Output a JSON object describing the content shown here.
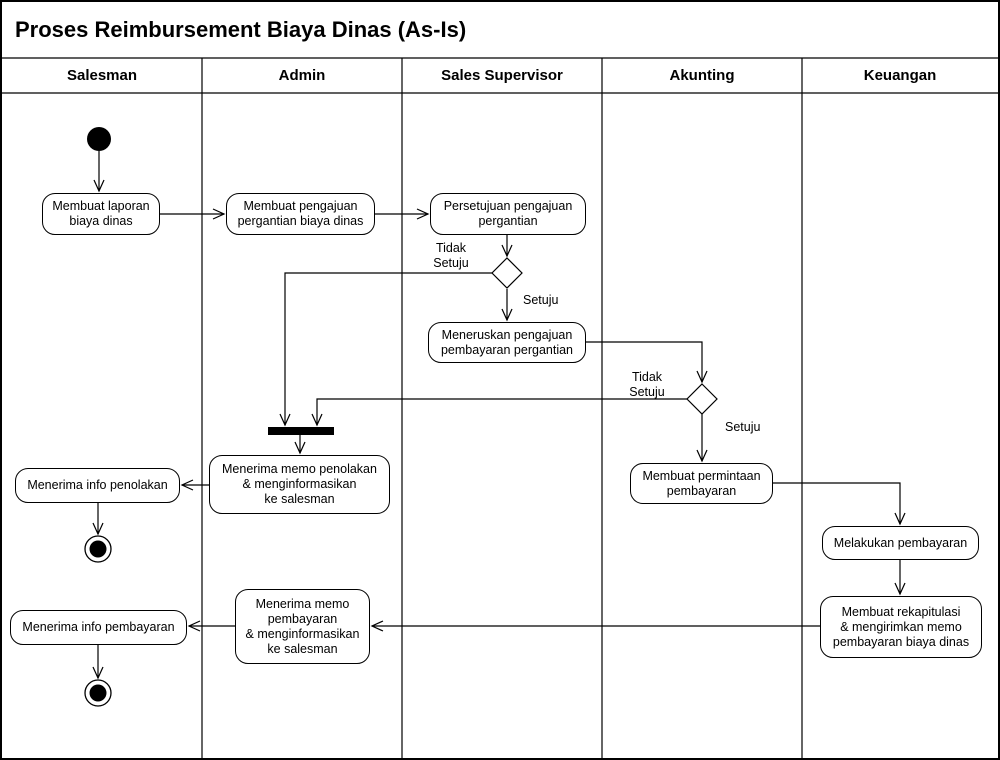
{
  "diagram": {
    "title": "Proses Reimbursement Biaya Dinas (As-Is)",
    "type": "swimlane activity diagram"
  },
  "lanes": [
    {
      "label": "Salesman"
    },
    {
      "label": "Admin"
    },
    {
      "label": "Sales Supervisor"
    },
    {
      "label": "Akunting"
    },
    {
      "label": "Keuangan"
    }
  ],
  "activities": [
    {
      "lane": "Salesman",
      "label": "Membuat laporan\nbiaya dinas"
    },
    {
      "lane": "Admin",
      "label": "Membuat pengajuan\npergantian biaya dinas"
    },
    {
      "lane": "Sales Supervisor",
      "label": "Persetujuan pengajuan\npergantian"
    },
    {
      "lane": "Sales Supervisor",
      "label": "Meneruskan pengajuan\npembayaran pergantian"
    },
    {
      "lane": "Admin",
      "label": "Menerima memo penolakan\n& menginformasikan\nke salesman"
    },
    {
      "lane": "Salesman",
      "label": "Menerima info penolakan"
    },
    {
      "lane": "Akunting",
      "label": "Membuat permintaan\npembayaran"
    },
    {
      "lane": "Keuangan",
      "label": "Melakukan pembayaran"
    },
    {
      "lane": "Keuangan",
      "label": "Membuat rekapitulasi\n& mengirimkan memo\npembayaran biaya dinas"
    },
    {
      "lane": "Admin",
      "label": "Menerima memo\npembayaran\n& menginformasikan\nke salesman"
    },
    {
      "lane": "Salesman",
      "label": "Menerima info pembayaran"
    }
  ],
  "decisions": [
    {
      "lane": "Sales Supervisor",
      "after": "Persetujuan pengajuan pergantian",
      "labels": {
        "no": "Tidak\nSetuju",
        "yes": "Setuju"
      }
    },
    {
      "lane": "Akunting",
      "after": "Meneruskan pengajuan pembayaran pergantian",
      "labels": {
        "no": "Tidak\nSetuju",
        "yes": "Setuju"
      }
    }
  ],
  "nodes": {
    "initial": {
      "lane": "Salesman",
      "type": "initial-node"
    },
    "join_bar": {
      "lane": "Admin",
      "type": "join-bar"
    },
    "final_penolakan": {
      "lane": "Salesman",
      "type": "activity-final"
    },
    "final_pembayaran": {
      "lane": "Salesman",
      "type": "activity-final"
    }
  },
  "flows": [
    {
      "from": "initial",
      "to": "Membuat laporan biaya dinas"
    },
    {
      "from": "Membuat laporan biaya dinas",
      "to": "Membuat pengajuan pergantian biaya dinas"
    },
    {
      "from": "Membuat pengajuan pergantian biaya dinas",
      "to": "Persetujuan pengajuan pergantian"
    },
    {
      "from": "Persetujuan pengajuan pergantian",
      "to": "decision-1"
    },
    {
      "from": "decision-1",
      "to": "join-bar",
      "label": "Tidak Setuju"
    },
    {
      "from": "decision-1",
      "to": "Meneruskan pengajuan pembayaran pergantian",
      "label": "Setuju"
    },
    {
      "from": "Meneruskan pengajuan pembayaran pergantian",
      "to": "decision-2"
    },
    {
      "from": "decision-2",
      "to": "join-bar",
      "label": "Tidak Setuju"
    },
    {
      "from": "decision-2",
      "to": "Membuat permintaan pembayaran",
      "label": "Setuju"
    },
    {
      "from": "join-bar",
      "to": "Menerima memo penolakan & menginformasikan ke salesman"
    },
    {
      "from": "Menerima memo penolakan & menginformasikan ke salesman",
      "to": "Menerima info penolakan"
    },
    {
      "from": "Menerima info penolakan",
      "to": "final_penolakan"
    },
    {
      "from": "Membuat permintaan pembayaran",
      "to": "Melakukan pembayaran"
    },
    {
      "from": "Melakukan pembayaran",
      "to": "Membuat rekapitulasi & mengirimkan memo pembayaran biaya dinas"
    },
    {
      "from": "Membuat rekapitulasi & mengirimkan memo pembayaran biaya dinas",
      "to": "Menerima memo pembayaran & menginformasikan ke salesman"
    },
    {
      "from": "Menerima memo pembayaran & menginformasikan ke salesman",
      "to": "Menerima info pembayaran"
    },
    {
      "from": "Menerima info pembayaran",
      "to": "final_pembayaran"
    }
  ],
  "colors": {
    "line": "#000000",
    "fill": "#ffffff",
    "text": "#000000"
  }
}
